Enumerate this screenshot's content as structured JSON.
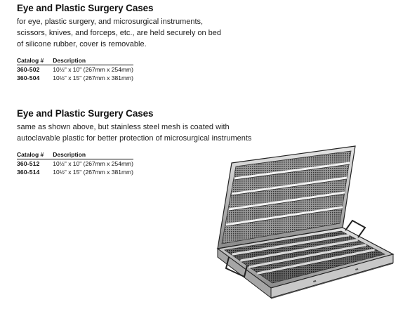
{
  "sections": [
    {
      "title": "Eye and Plastic Surgery Cases",
      "description_lines": [
        "for eye, plastic surgery, and microsurgical instruments,",
        "scissors, knives, and forceps, etc., are held securely on bed",
        "of silicone rubber, cover is removable."
      ],
      "table": {
        "headers": [
          "Catalog #",
          "Description"
        ],
        "rows": [
          {
            "catalog": "360-502",
            "description": "10½\" x 10\" (267mm x 254mm)"
          },
          {
            "catalog": "360-504",
            "description": "10½\" x 15\" (267mm x 381mm)"
          }
        ]
      }
    },
    {
      "title": "Eye and Plastic Surgery Cases",
      "description_lines": [
        "same as shown above, but stainless steel mesh is coated with",
        "autoclavable plastic for better protection of microsurgical instruments"
      ],
      "table": {
        "headers": [
          "Catalog #",
          "Description"
        ],
        "rows": [
          {
            "catalog": "360-512",
            "description": "10½\" x 10\" (267mm x 254mm)"
          },
          {
            "catalog": "360-514",
            "description": "10½\" x 15\" (267mm x 381mm)"
          }
        ]
      }
    }
  ],
  "illustration": {
    "subject": "open-mesh-surgery-case"
  }
}
